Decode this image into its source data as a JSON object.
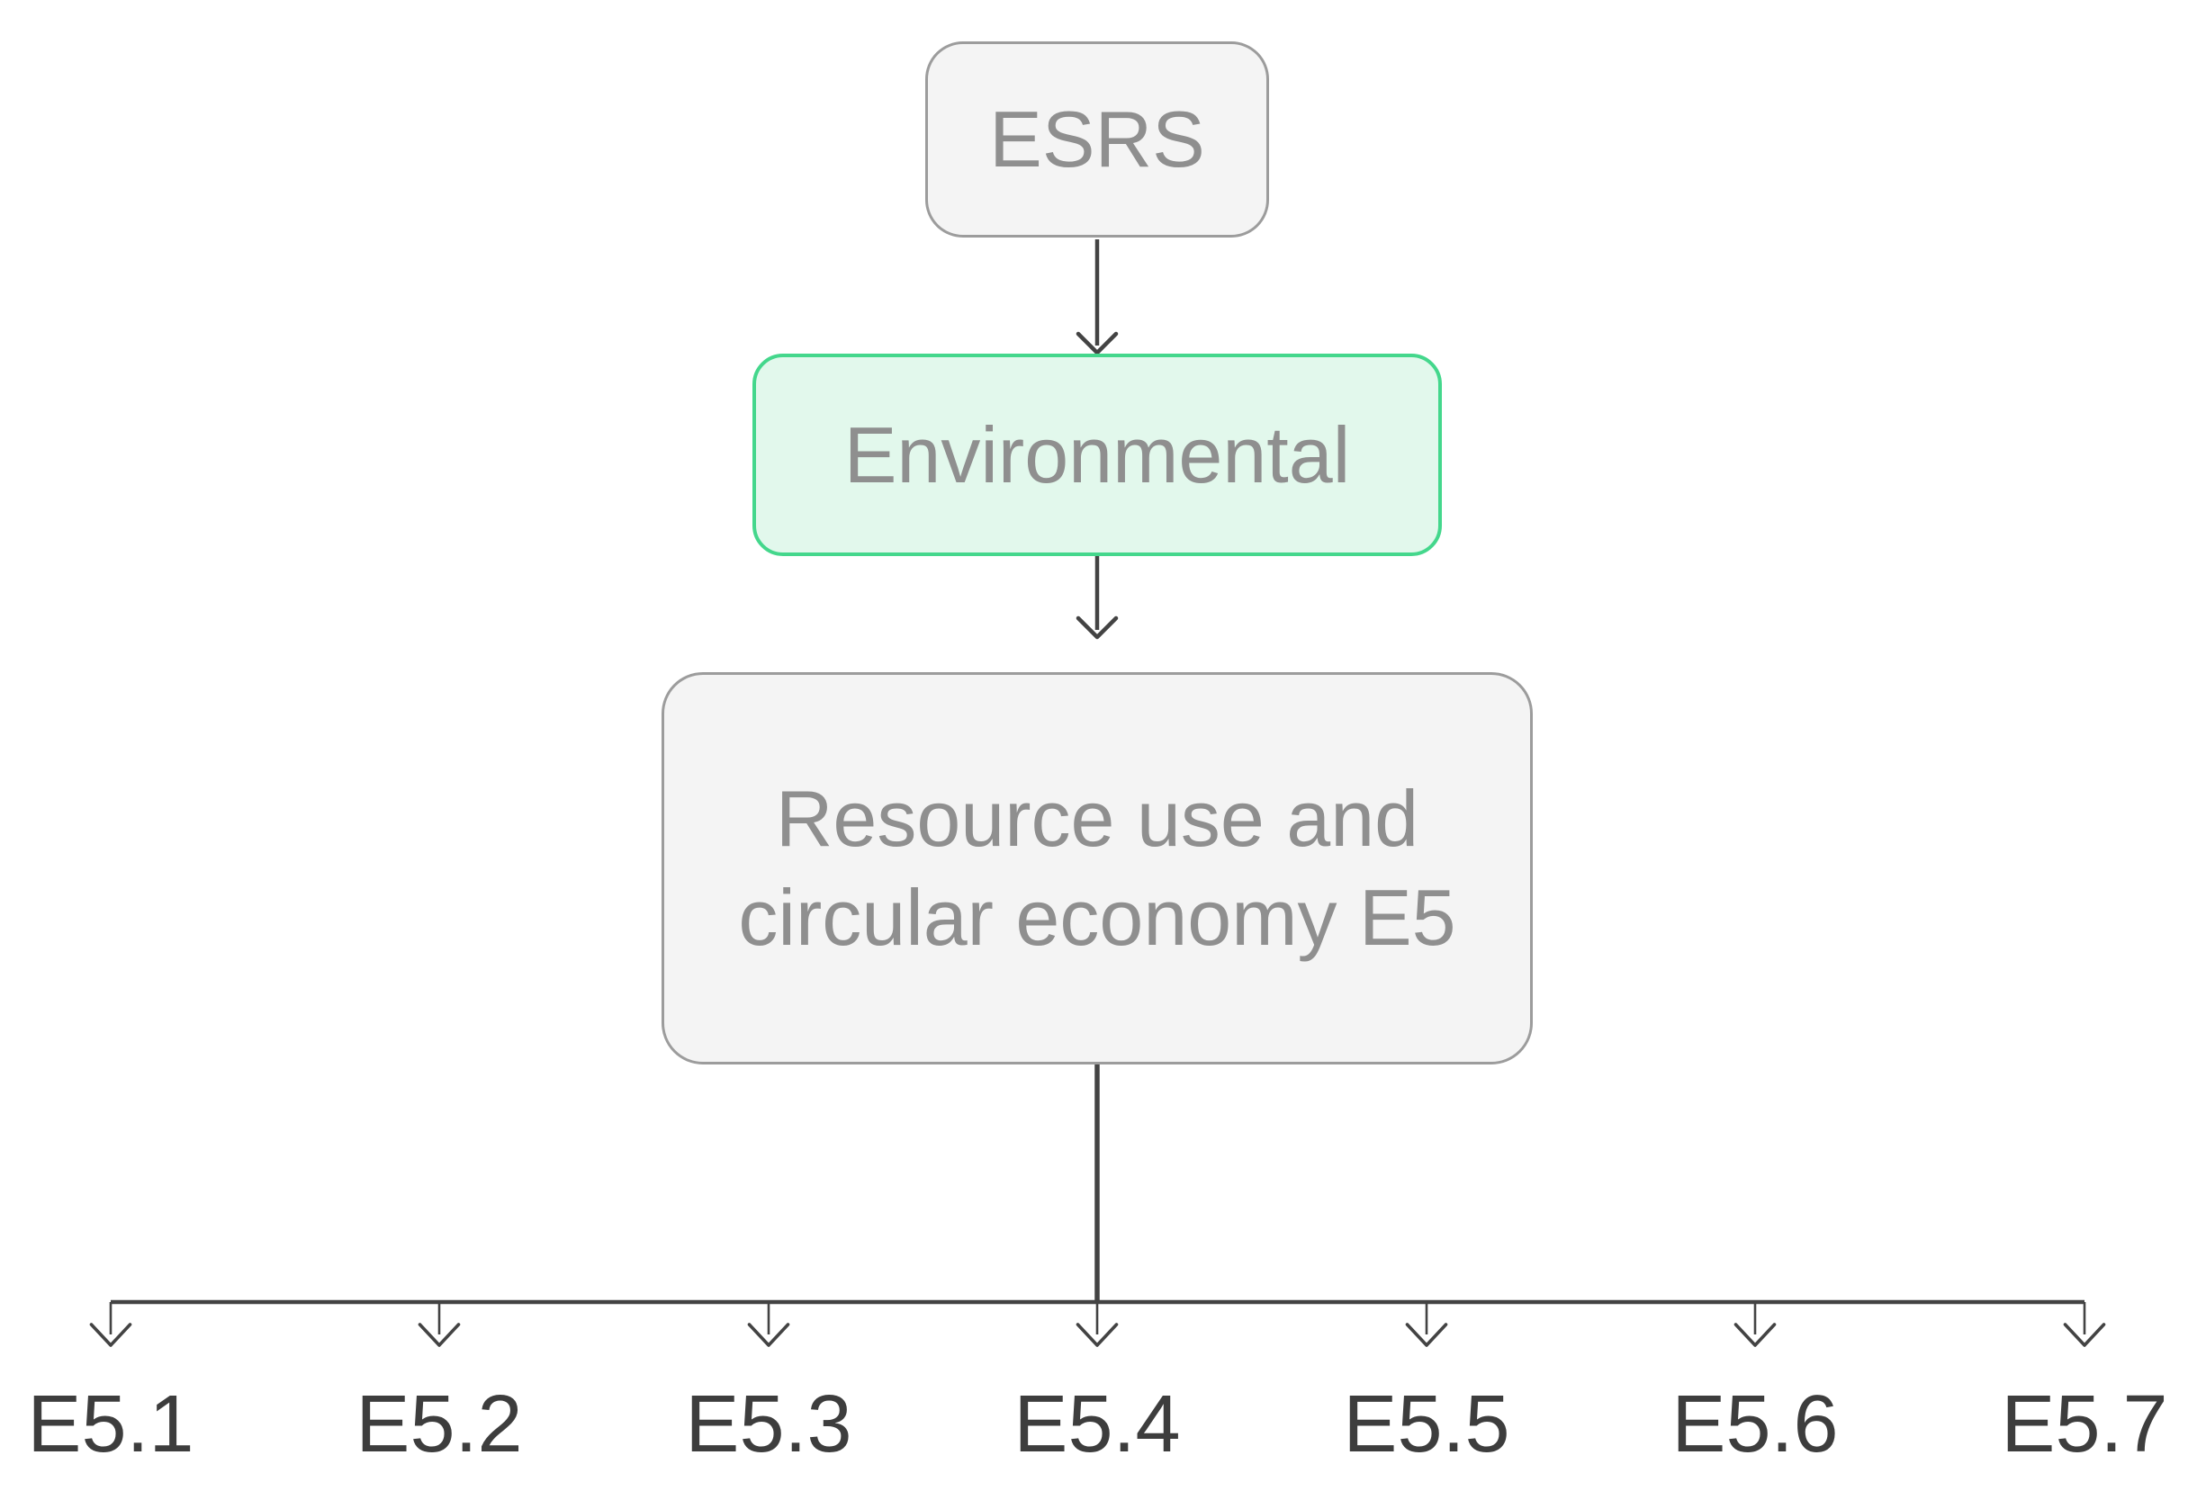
{
  "diagram": {
    "nodes": {
      "root": {
        "label": "ESRS"
      },
      "category": {
        "label": "Environmental",
        "highlighted": true
      },
      "topic": {
        "label": "Resource use and circular economy E5"
      }
    },
    "children": {
      "labels": [
        "E5.1",
        "E5.2",
        "E5.3",
        "E5.4",
        "E5.5",
        "E5.6",
        "E5.7"
      ]
    },
    "colors": {
      "node_fill": "#f4f4f4",
      "node_border": "#9c9c9c",
      "highlight_fill": "#e2f8ec",
      "highlight_border": "#44d78c",
      "node_text": "#8f8f8f",
      "connector": "#434343",
      "leaf_text": "#3d3d3d"
    }
  }
}
